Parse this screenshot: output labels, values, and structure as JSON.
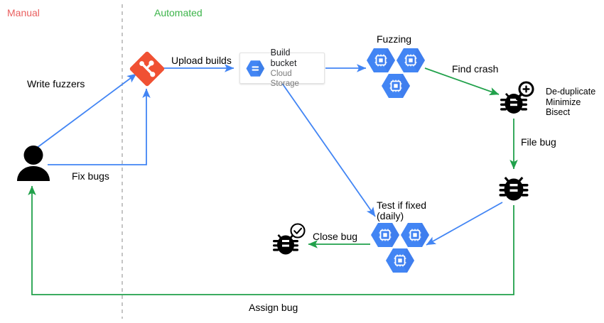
{
  "diagram": {
    "title": "Fuzzing workflow (manual vs automated)",
    "colors": {
      "manual": "#ea5f5f",
      "automated": "#3cb44a",
      "arrow_blue": "#4285f4",
      "arrow_green": "#21a14b",
      "git_red": "#f05133",
      "gcp_blue": "#4285f4",
      "bug_black": "#000000",
      "divider": "#9e9e9e"
    },
    "zones": [
      {
        "id": "manual",
        "label": "Manual"
      },
      {
        "id": "automated",
        "label": "Automated"
      }
    ],
    "divider": {
      "style": "dashed",
      "orientation": "vertical"
    },
    "nodes": [
      {
        "id": "developer",
        "icon": "person-icon",
        "label": ""
      },
      {
        "id": "git",
        "icon": "git-diamond-icon",
        "label": ""
      },
      {
        "id": "build-bucket",
        "icon": "cloud-storage-icon",
        "title": "Build bucket",
        "subtitle": "Cloud Storage"
      },
      {
        "id": "fuzzing-cluster",
        "icon": "compute-engine-hexagon-icon",
        "label": "Fuzzing",
        "count": 3
      },
      {
        "id": "crash-triage",
        "icon": "bug-magnifier-icon",
        "label": "De-duplicate\nMinimize\nBisect"
      },
      {
        "id": "filed-bug",
        "icon": "bug-icon",
        "label": ""
      },
      {
        "id": "verify-cluster",
        "icon": "compute-engine-hexagon-icon",
        "label": "Test if fixed\n(daily)",
        "count": 3
      },
      {
        "id": "closed-bug",
        "icon": "bug-check-icon",
        "label": ""
      }
    ],
    "edges": [
      {
        "id": "write-fuzzers",
        "label": "Write fuzzers",
        "from": "developer",
        "to": "git",
        "color": "#4285f4"
      },
      {
        "id": "upload-builds",
        "label": "Upload builds",
        "from": "git",
        "to": "build-bucket",
        "color": "#4285f4"
      },
      {
        "id": "build-to-fuzzing",
        "label": "",
        "from": "build-bucket",
        "to": "fuzzing-cluster",
        "color": "#4285f4"
      },
      {
        "id": "find-crash",
        "label": "Find crash",
        "from": "fuzzing-cluster",
        "to": "crash-triage",
        "color": "#21a14b"
      },
      {
        "id": "file-bug",
        "label": "File bug",
        "from": "crash-triage",
        "to": "filed-bug",
        "color": "#21a14b"
      },
      {
        "id": "fix-bugs",
        "label": "Fix bugs",
        "from": "developer",
        "to": "git",
        "color": "#4285f4"
      },
      {
        "id": "build-to-verify",
        "label": "",
        "from": "build-bucket",
        "to": "verify-cluster",
        "color": "#4285f4"
      },
      {
        "id": "bug-to-verify",
        "label": "",
        "from": "filed-bug",
        "to": "verify-cluster",
        "color": "#4285f4"
      },
      {
        "id": "close-bug",
        "label": "Close bug",
        "from": "verify-cluster",
        "to": "closed-bug",
        "color": "#21a14b"
      },
      {
        "id": "assign-bug",
        "label": "Assign bug",
        "from": "filed-bug",
        "to": "developer",
        "color": "#21a14b"
      }
    ],
    "labels": {
      "manual": "Manual",
      "automated": "Automated",
      "write_fuzzers": "Write fuzzers",
      "upload_builds": "Upload builds",
      "fuzzing": "Fuzzing",
      "find_crash": "Find crash",
      "triage_line1": "De-duplicate",
      "triage_line2": "Minimize",
      "triage_line3": "Bisect",
      "file_bug": "File bug",
      "fix_bugs": "Fix bugs",
      "test_if_fixed_line1": "Test if fixed",
      "test_if_fixed_line2": "(daily)",
      "close_bug": "Close bug",
      "assign_bug": "Assign bug",
      "build_bucket_title": "Build bucket",
      "build_bucket_subtitle": "Cloud Storage"
    }
  }
}
